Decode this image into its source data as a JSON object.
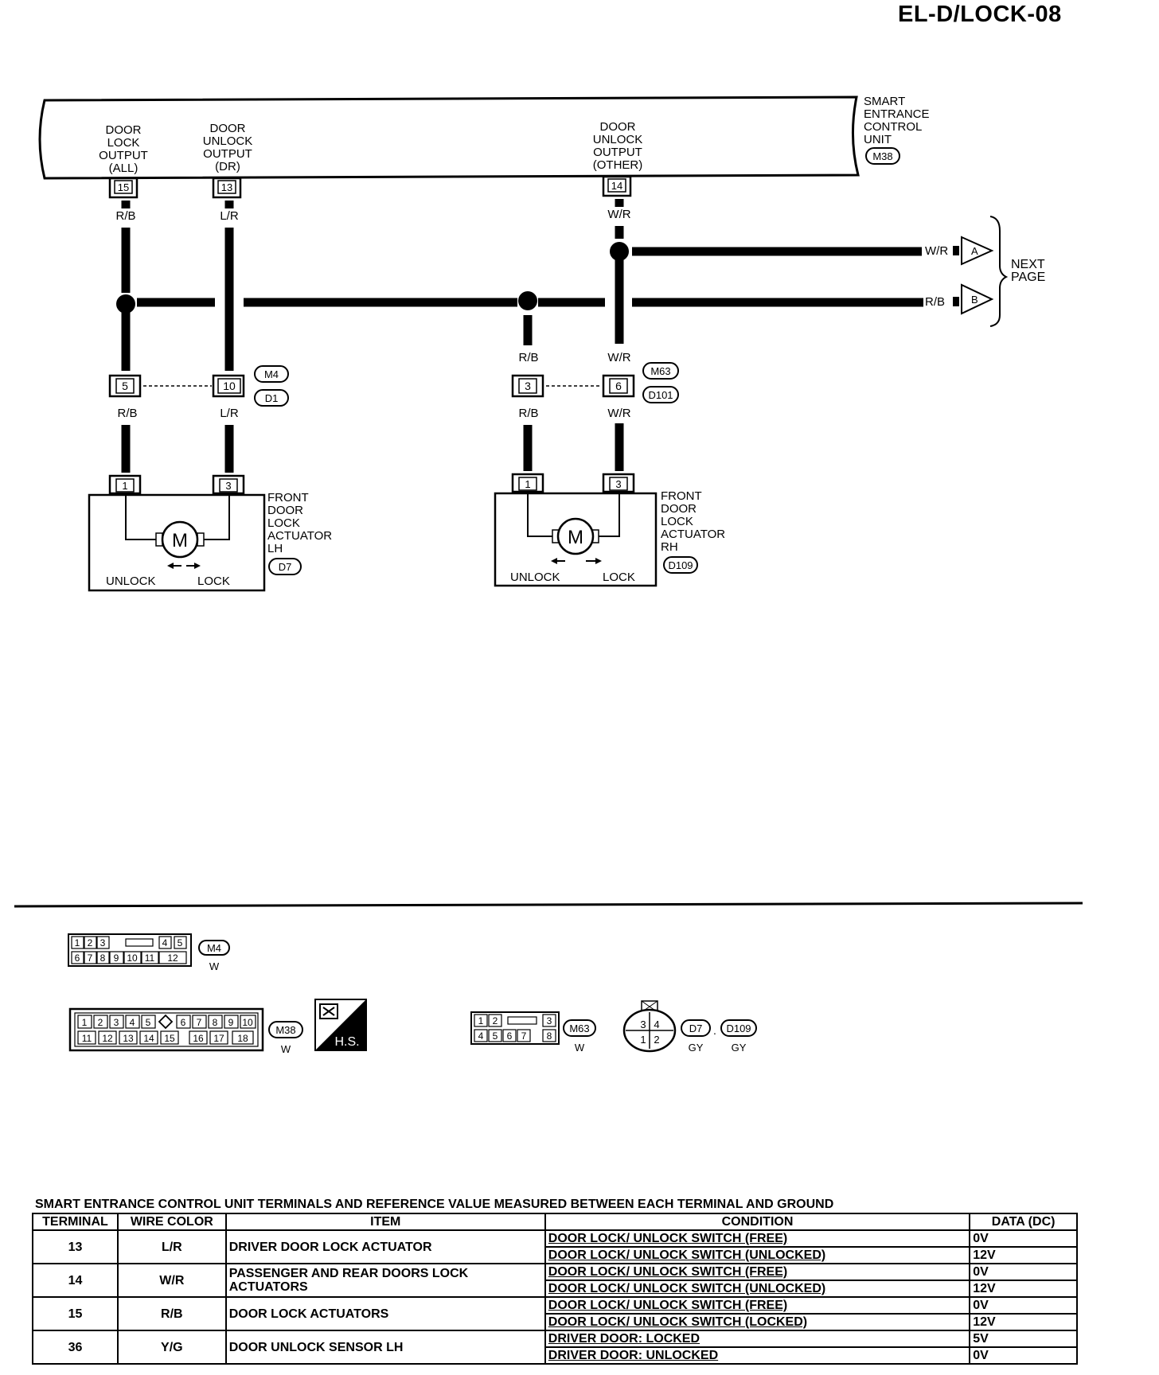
{
  "page_id": "EL-D/LOCK-08",
  "unit": {
    "name": [
      "SMART",
      "ENTRANCE",
      "CONTROL",
      "UNIT"
    ],
    "connector": "M38",
    "outputs": [
      {
        "label": [
          "DOOR",
          "LOCK",
          "OUTPUT",
          "(ALL)"
        ],
        "terminal": "15",
        "wire": "R/B"
      },
      {
        "label": [
          "DOOR",
          "UNLOCK",
          "OUTPUT",
          "(DR)"
        ],
        "terminal": "13",
        "wire": "L/R"
      },
      {
        "label": [
          "DOOR",
          "UNLOCK",
          "OUTPUT",
          "(OTHER)"
        ],
        "terminal": "14",
        "wire": "W/R"
      }
    ]
  },
  "next_page": {
    "label": [
      "NEXT",
      "PAGE"
    ],
    "links": [
      {
        "wire": "W/R",
        "tag": "A"
      },
      {
        "wire": "R/B",
        "tag": "B"
      }
    ]
  },
  "joints": [
    {
      "terms": [
        "5",
        "10"
      ],
      "connectors": [
        "M4",
        "D1"
      ],
      "wires_top": [
        "",
        ""
      ],
      "wires_bottom": [
        "R/B",
        "L/R"
      ]
    },
    {
      "terms": [
        "3",
        "6"
      ],
      "connectors": [
        "M63",
        "D101"
      ],
      "wires_top": [
        "R/B",
        "W/R"
      ],
      "wires_bottom": [
        "R/B",
        "W/R"
      ]
    }
  ],
  "actuators": [
    {
      "name": [
        "FRONT",
        "DOOR",
        "LOCK",
        "ACTUATOR",
        "LH"
      ],
      "connector": "D7",
      "terms": [
        "1",
        "3"
      ],
      "motor": "M",
      "unlock": "UNLOCK",
      "lock": "LOCK"
    },
    {
      "name": [
        "FRONT",
        "DOOR",
        "LOCK",
        "ACTUATOR",
        "RH"
      ],
      "connector": "D109",
      "terms": [
        "1",
        "3"
      ],
      "motor": "M",
      "unlock": "UNLOCK",
      "lock": "LOCK"
    }
  ],
  "connector_views": {
    "m4": {
      "id": "M4",
      "color": "W",
      "row1": [
        "1",
        "2",
        "3",
        "4",
        "5"
      ],
      "row2": [
        "6",
        "7",
        "8",
        "9",
        "10",
        "11",
        "12"
      ]
    },
    "m38": {
      "id": "M38",
      "color": "W",
      "row1": [
        "1",
        "2",
        "3",
        "4",
        "5",
        "6",
        "7",
        "8",
        "9",
        "10"
      ],
      "row2": [
        "11",
        "12",
        "13",
        "14",
        "15",
        "16",
        "17",
        "18"
      ]
    },
    "hs": "H.S.",
    "m63": {
      "id": "M63",
      "color": "W",
      "row1": [
        "1",
        "2",
        "3"
      ],
      "row2": [
        "4",
        "5",
        "6",
        "7",
        "8"
      ]
    },
    "d7": {
      "ids": [
        "D7",
        "D109"
      ],
      "colors": [
        "GY",
        "GY"
      ],
      "pins": [
        "3",
        "4",
        "1",
        "2"
      ]
    }
  },
  "table": {
    "title": "SMART ENTRANCE CONTROL UNIT TERMINALS AND REFERENCE VALUE MEASURED BETWEEN EACH TERMINAL AND GROUND",
    "headers": [
      "TERMINAL",
      "WIRE COLOR",
      "ITEM",
      "CONDITION",
      "DATA (DC)"
    ],
    "rows": [
      {
        "terminal": "13",
        "wire": "L/R",
        "item": "DRIVER DOOR LOCK ACTUATOR",
        "conditions": [
          {
            "cond": "DOOR LOCK/ UNLOCK SWITCH (FREE)",
            "data": "0V"
          },
          {
            "cond": "DOOR LOCK/ UNLOCK SWITCH (UNLOCKED)",
            "data": "12V"
          }
        ]
      },
      {
        "terminal": "14",
        "wire": "W/R",
        "item": "PASSENGER AND REAR DOORS LOCK ACTUATORS",
        "conditions": [
          {
            "cond": "DOOR LOCK/ UNLOCK SWITCH (FREE)",
            "data": "0V"
          },
          {
            "cond": "DOOR LOCK/ UNLOCK SWITCH (UNLOCKED)",
            "data": "12V"
          }
        ]
      },
      {
        "terminal": "15",
        "wire": "R/B",
        "item": "DOOR LOCK ACTUATORS",
        "conditions": [
          {
            "cond": "DOOR LOCK/ UNLOCK SWITCH (FREE)",
            "data": "0V"
          },
          {
            "cond": "DOOR LOCK/ UNLOCK SWITCH (LOCKED)",
            "data": "12V"
          }
        ]
      },
      {
        "terminal": "36",
        "wire": "Y/G",
        "item": "DOOR UNLOCK SENSOR LH",
        "conditions": [
          {
            "cond": "DRIVER DOOR: LOCKED",
            "data": "5V"
          },
          {
            "cond": "DRIVER DOOR: UNLOCKED",
            "data": "0V"
          }
        ]
      }
    ]
  }
}
